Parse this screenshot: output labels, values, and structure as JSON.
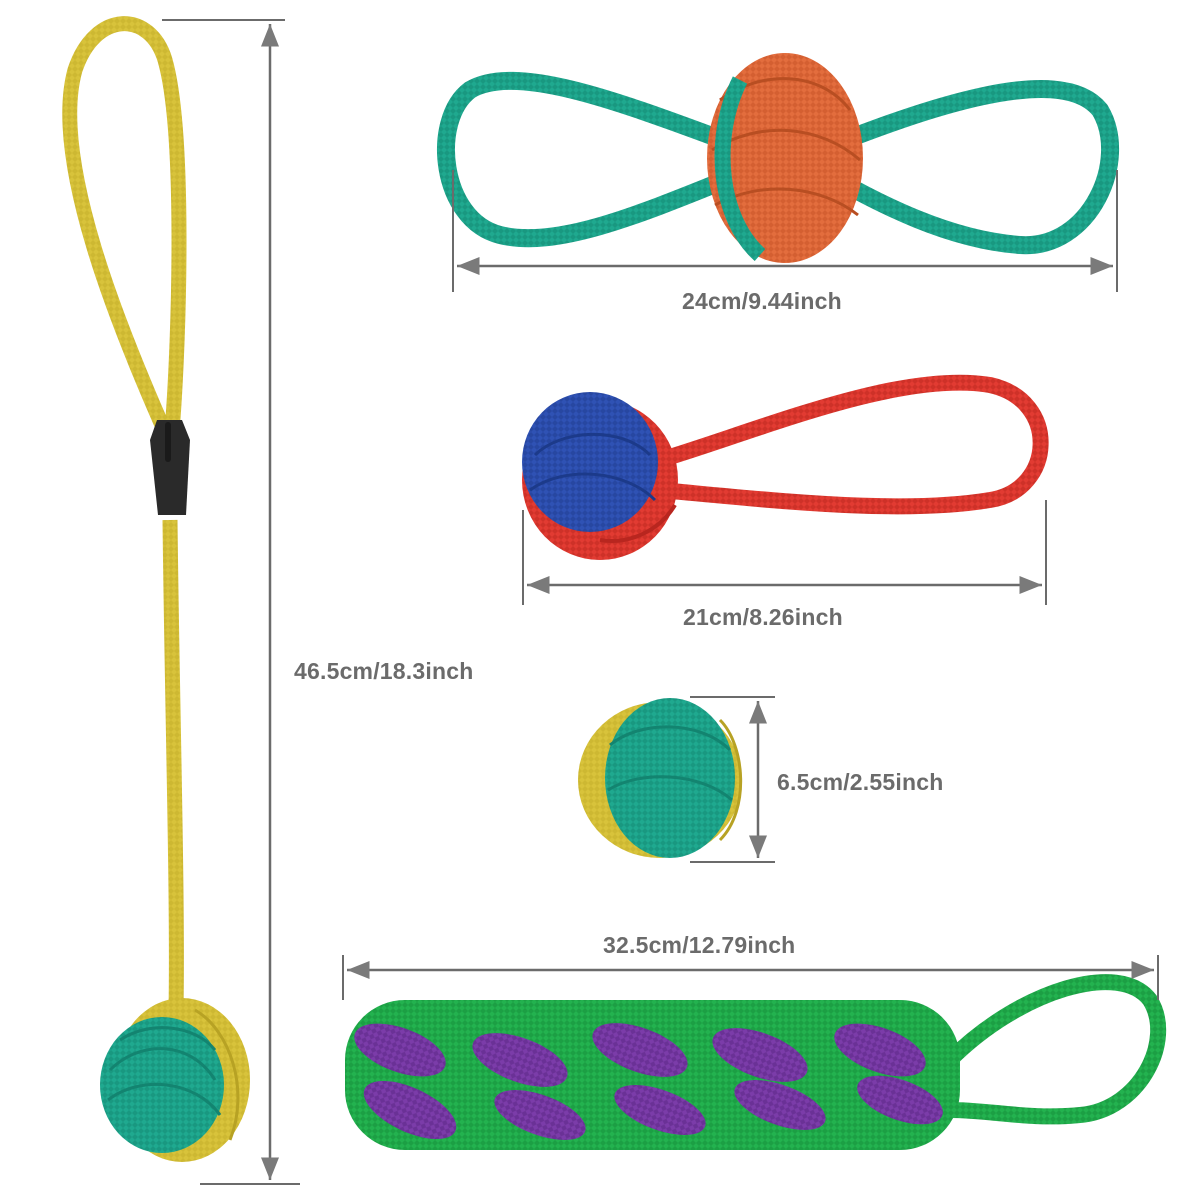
{
  "product": {
    "type": "dog rope toy set",
    "items": [
      {
        "id": "handle-ball-rope",
        "description": "Long yellow rope loop with black slider and teal/yellow knot ball",
        "colors": {
          "rope": "#d9c43a",
          "ball_primary": "#1fa98f",
          "ball_secondary": "#d9c43a",
          "slider": "#2a2a2a"
        },
        "dimension_label": "46.5cm/18.3inch",
        "orientation": "vertical"
      },
      {
        "id": "double-loop-tug",
        "description": "Teal figure-eight rope with orange knot in center",
        "colors": {
          "rope": "#1fa98f",
          "knot": "#e06a3b"
        },
        "dimension_label": "24cm/9.44inch",
        "orientation": "horizontal"
      },
      {
        "id": "ball-loop-tug",
        "description": "Red rope loop with blue/red knot ball",
        "colors": {
          "rope": "#e03a33",
          "ball_primary": "#2e4fb0",
          "ball_secondary": "#e03a33"
        },
        "dimension_label": "21cm/8.26inch",
        "orientation": "horizontal"
      },
      {
        "id": "small-knot-ball",
        "description": "Small teal/yellow monkey-fist knot ball",
        "colors": {
          "primary": "#1fa98f",
          "secondary": "#d9c43a"
        },
        "dimension_label": "6.5cm/2.55inch",
        "orientation": "vertical"
      },
      {
        "id": "braided-chew-tug",
        "description": "Green/purple braided chew stick with green loop handle",
        "colors": {
          "primary": "#22b04f",
          "secondary": "#7a3aa8",
          "loop": "#22b04f"
        },
        "dimension_label": "32.5cm/12.79inch",
        "orientation": "horizontal"
      }
    ]
  },
  "annotation_style": {
    "line_color": "#6b6b6b",
    "text_color": "#6b6b6b"
  }
}
